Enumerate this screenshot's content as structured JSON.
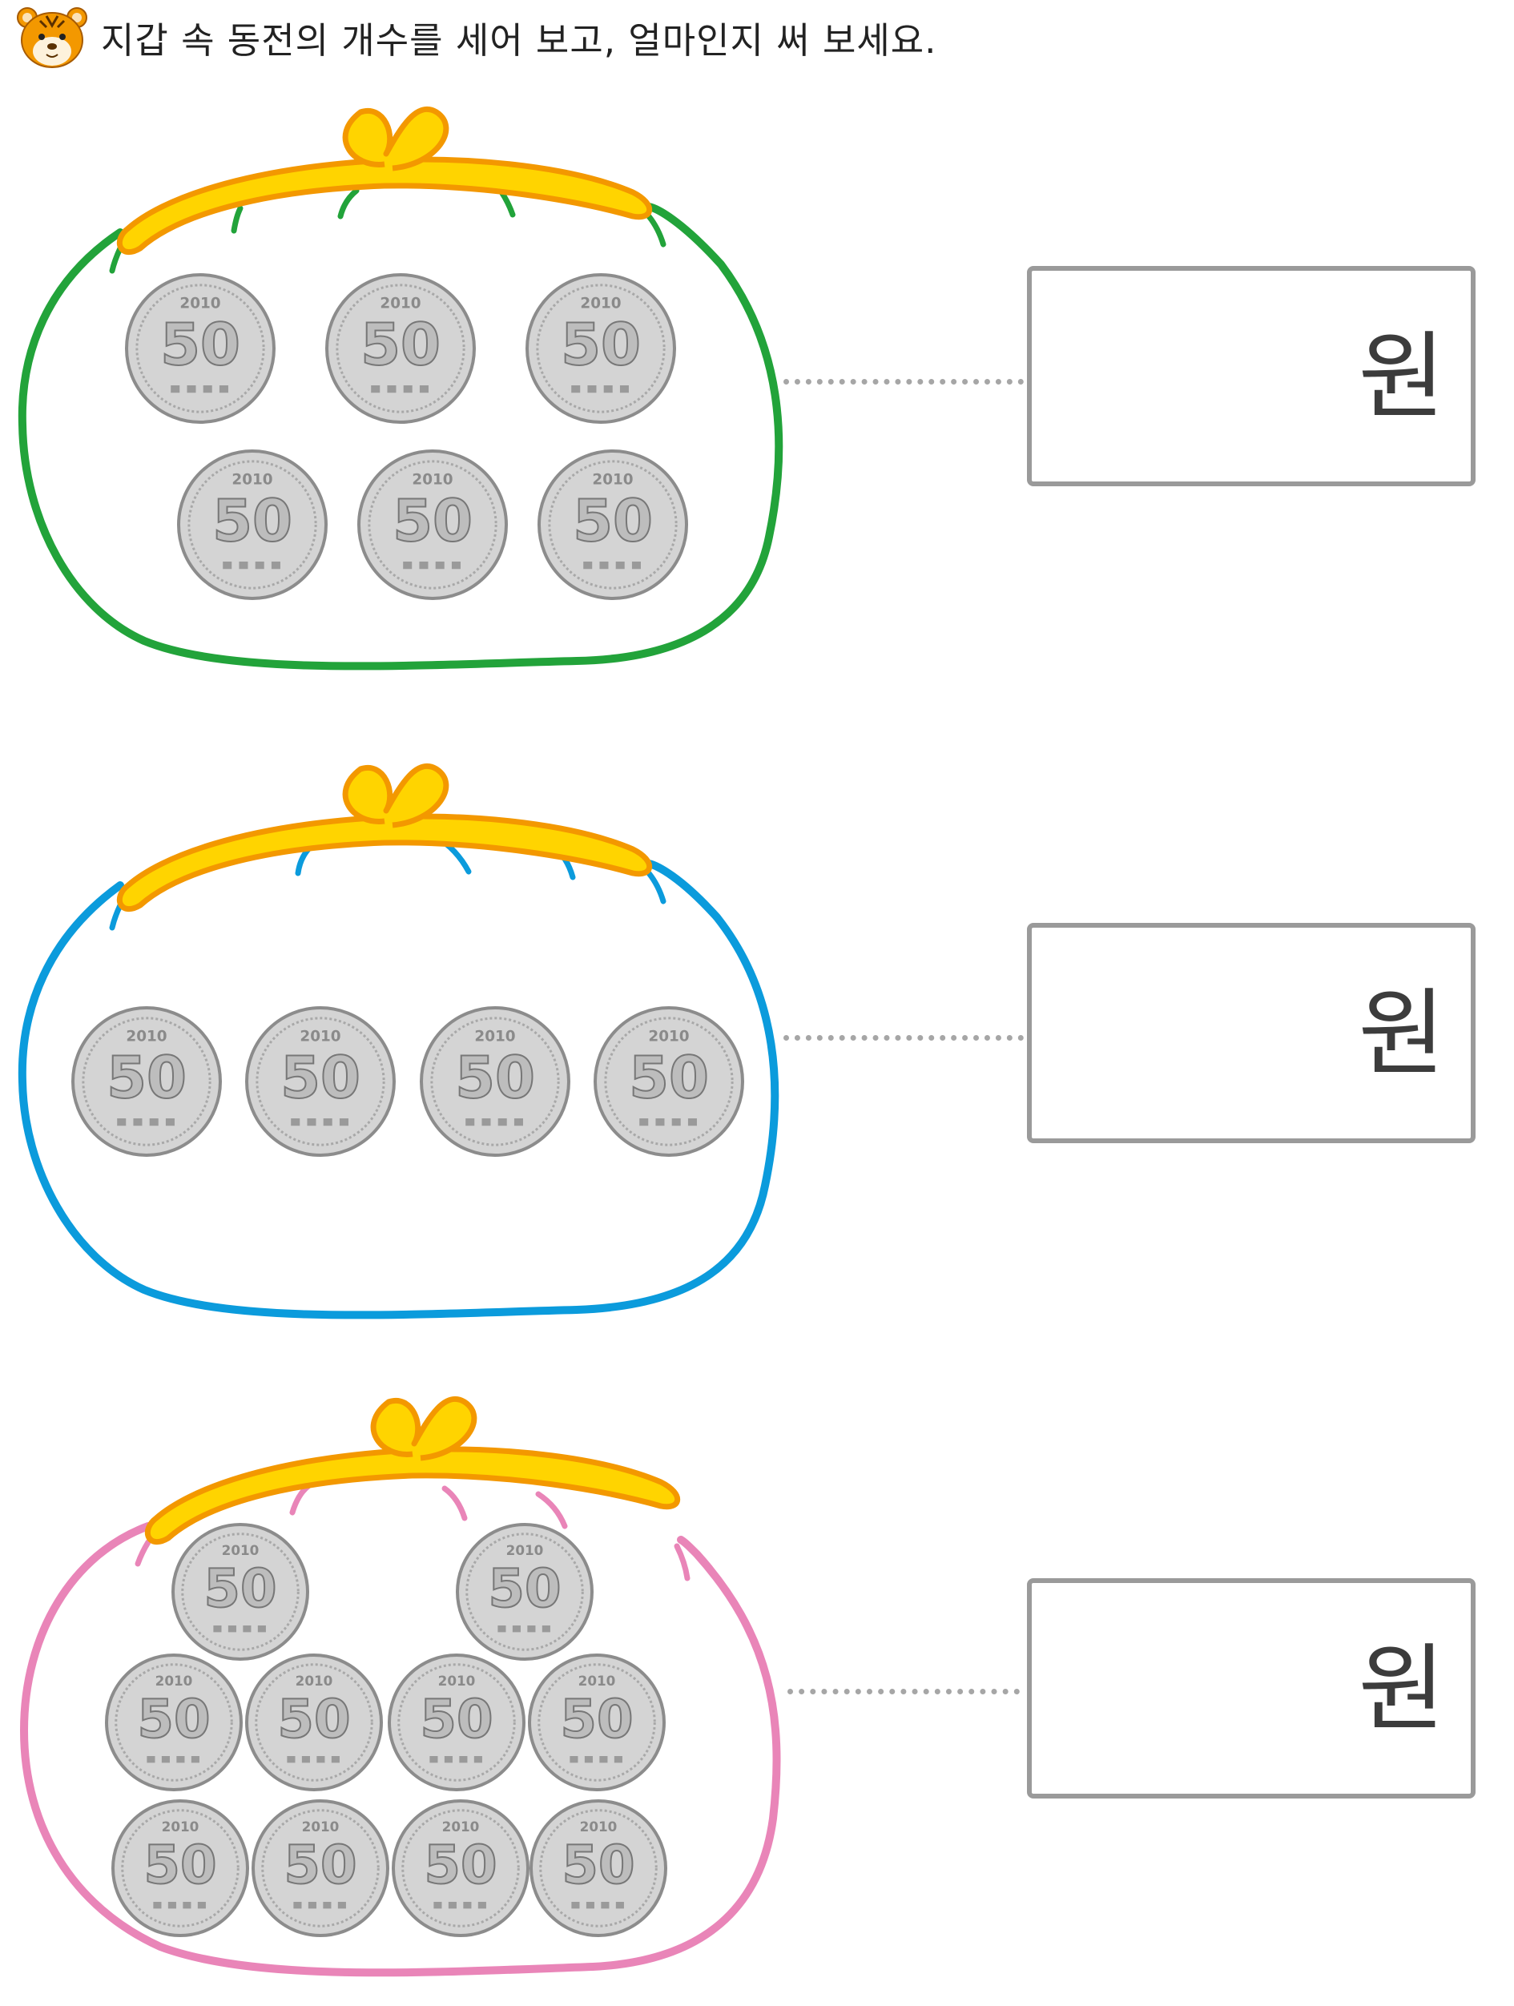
{
  "instruction": "지갑 속 동전의 개수를 세어 보고, 얼마인지 써 보세요.",
  "coin": {
    "value": "50",
    "year": "2010"
  },
  "colors": {
    "clasp_fill": "#ffd400",
    "clasp_stroke": "#f39800",
    "coin_face": "#d4d4d4",
    "coin_rim": "#8c8c8c",
    "box_border": "#9a9a9a"
  },
  "problems": [
    {
      "purse_color": "#22a33a",
      "coin_count": 6,
      "answer": "",
      "unit": "원"
    },
    {
      "purse_color": "#0b9bdc",
      "coin_count": 4,
      "answer": "",
      "unit": "원"
    },
    {
      "purse_color": "#e985b8",
      "coin_count": 10,
      "answer": "",
      "unit": "원"
    }
  ]
}
